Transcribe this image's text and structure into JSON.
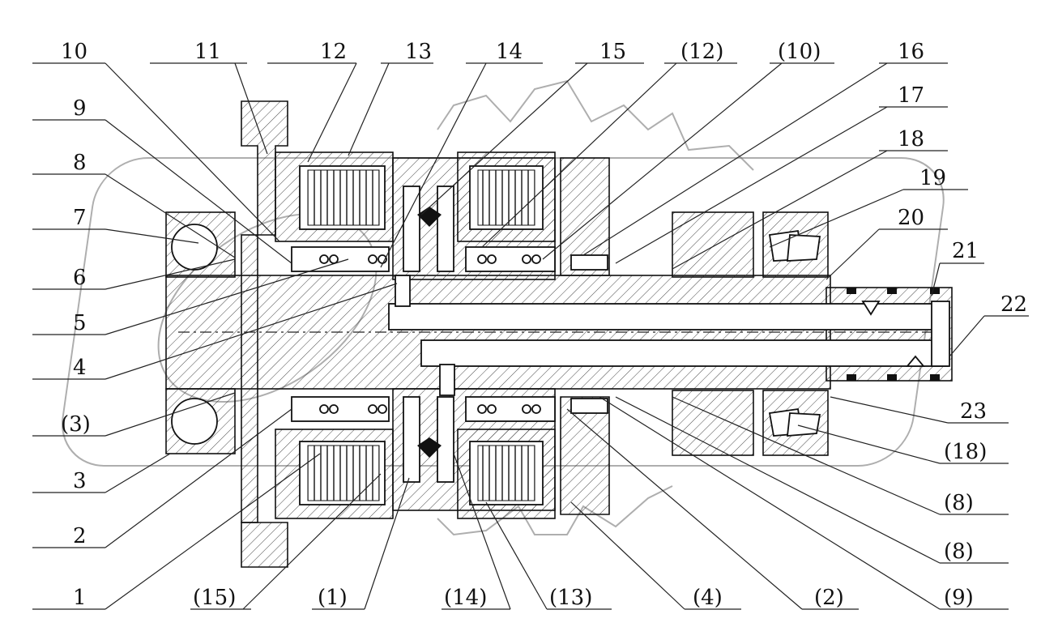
{
  "labels": [
    "10",
    "11",
    "12",
    "13",
    "14",
    "15",
    "(12)",
    "(10)",
    "16",
    "17",
    "18",
    "19",
    "20",
    "21",
    "22",
    "9",
    "8",
    "7",
    "6",
    "5",
    "4",
    "(3)",
    "3",
    "2",
    "1",
    "(15)",
    "(1)",
    "(14)",
    "(13)",
    "(4)",
    "(2)",
    "(9)",
    "(8)",
    "(8)",
    "(18)",
    "23"
  ]
}
